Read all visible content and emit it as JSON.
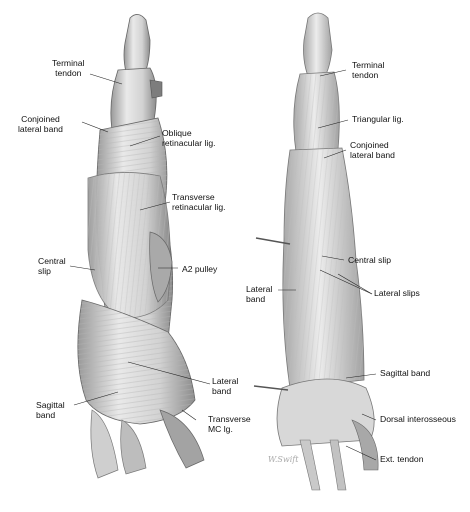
{
  "labels": {
    "terminal_tendon_left": "Terminal\ntendon",
    "conjoined_lateral_band_left": "Conjoined\nlateral band",
    "oblique_retinacular_lig": "Oblique\nretinacular lig.",
    "transverse_retinacular_lig": "Transverse\nretinacular lig.",
    "central_slip_left": "Central\nslip",
    "a2_pulley": "A2 pulley",
    "lateral_band_left": "Lateral\nband",
    "sagittal_band_left": "Sagittal\nband",
    "transverse_mc_lig": "Transverse\nMC lg.",
    "terminal_tendon_right": "Terminal\ntendon",
    "triangular_lig": "Triangular lig.",
    "conjoined_lateral_band_right": "Conjoined\nlateral band",
    "central_slip_right": "Central slip",
    "lateral_band_right": "Lateral\nband",
    "lateral_slips": "Lateral slips",
    "sagittal_band_right": "Sagittal band",
    "dorsal_interosseous": "Dorsal interosseous",
    "ext_tendon": "Ext. tendon"
  },
  "signature": "W.Swift"
}
